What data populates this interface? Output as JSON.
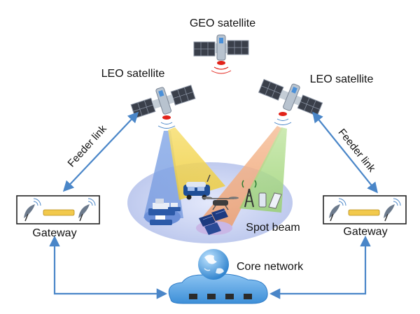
{
  "labels": {
    "geo_satellite": "GEO satellite",
    "leo_satellite_left": "LEO satellite",
    "leo_satellite_right": "LEO satellite",
    "feeder_link_left": "Feeder link",
    "feeder_link_right": "Feeder link",
    "gateway_left": "Gateway",
    "gateway_right": "Gateway",
    "spot_beam": "Spot beam",
    "core_network": "Core network"
  },
  "colors": {
    "link_arrow": "#4a86c8",
    "beam_blue": "#7a9fe0",
    "beam_yellow": "#f2d23a",
    "beam_orange": "#f0a070",
    "beam_green": "#a6d880",
    "coverage_ellipse": "#c9d3f2",
    "solar_panel": "#3a3f4a",
    "satellite_body": "#c4cdd6",
    "signal_red": "#e2231a",
    "gateway_device": "#f2c94c",
    "cloud": "#5fa8e6"
  },
  "icons": {
    "satellite": "satellite-icon",
    "dish": "satellite-dish-icon",
    "globe": "globe-icon",
    "cloud": "cloud-icon"
  }
}
